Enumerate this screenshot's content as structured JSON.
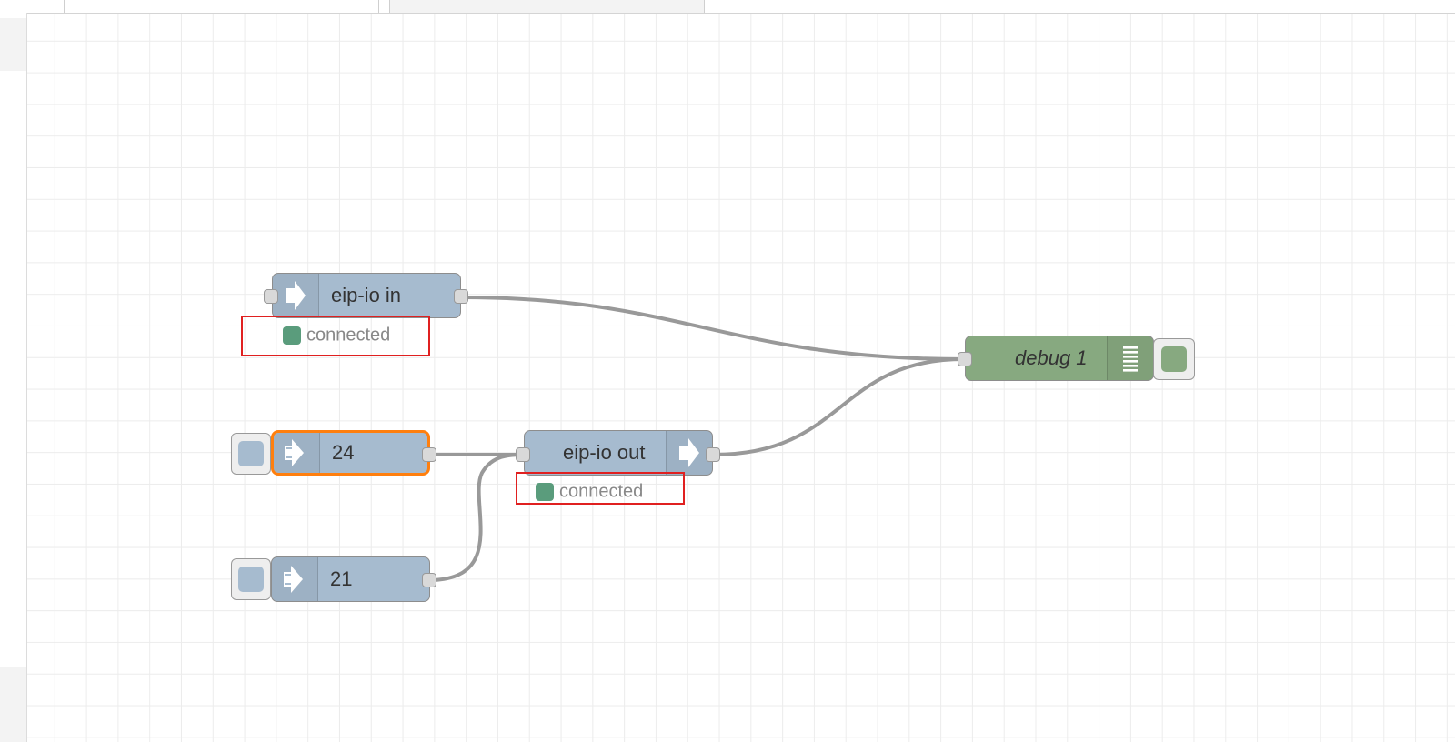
{
  "colors": {
    "node_blue": "#a6bbcf",
    "node_green": "#87a980",
    "selected_border": "#ff7f0e",
    "status_green": "#5a9c7c",
    "highlight_red": "#e02020",
    "wire": "#999999"
  },
  "nodes": {
    "eip_in": {
      "label": "eip-io in",
      "icon": "arrow-in-icon",
      "status": "connected"
    },
    "inject_24": {
      "label": "24",
      "icon": "inject-arrow-icon",
      "selected": true
    },
    "inject_21": {
      "label": "21",
      "icon": "inject-arrow-icon"
    },
    "eip_out": {
      "label": "eip-io out",
      "icon": "arrow-out-icon",
      "status": "connected"
    },
    "debug": {
      "label": "debug 1",
      "icon": "debug-list-icon"
    }
  }
}
